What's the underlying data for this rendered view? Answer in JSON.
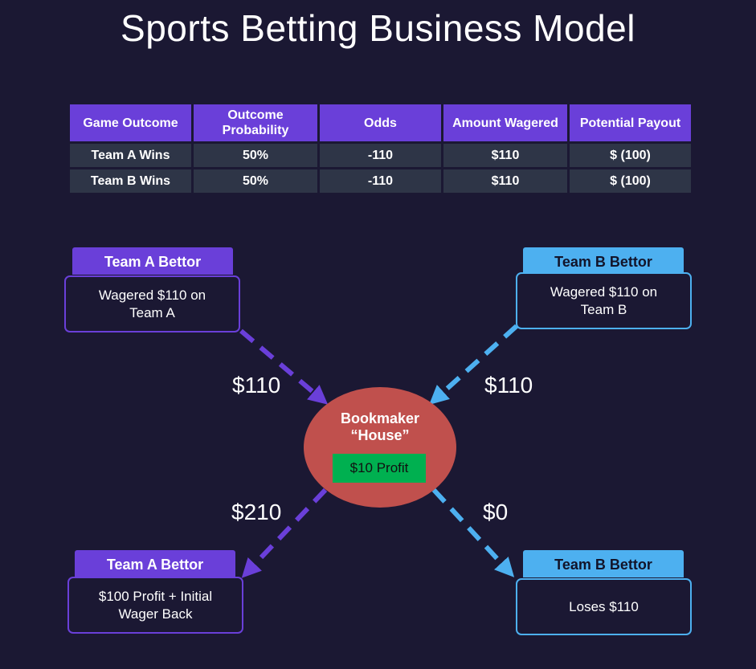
{
  "title": "Sports Betting Business Model",
  "table": {
    "headers": [
      "Game Outcome",
      "Outcome Probability",
      "Odds",
      "Amount Wagered",
      "Potential Payout"
    ],
    "rows": [
      [
        "Team A Wins",
        "50%",
        "-110",
        "$110",
        "$ (100)"
      ],
      [
        "Team B Wins",
        "50%",
        "-110",
        "$110",
        "$ (100)"
      ]
    ]
  },
  "nodes": {
    "top_left": {
      "label": "Team A Bettor",
      "text": "Wagered $110 on Team A"
    },
    "top_right": {
      "label": "Team B Bettor",
      "text": "Wagered $110 on Team B"
    },
    "bottom_left": {
      "label": "Team A Bettor",
      "text": "$100 Profit + Initial Wager Back"
    },
    "bottom_right": {
      "label": "Team B Bettor",
      "text": "Loses $110"
    },
    "house": {
      "label": "Bookmaker “House”",
      "profit": "$10 Profit"
    }
  },
  "flows": {
    "a_in": "$110",
    "b_in": "$110",
    "a_out": "$210",
    "b_out": "$0"
  },
  "colors": {
    "background": "#1b1833",
    "purple": "#6a3fd9",
    "blue": "#4db0f0",
    "house": "#c0504d",
    "profit": "#00b050",
    "cell": "#2e3547"
  }
}
